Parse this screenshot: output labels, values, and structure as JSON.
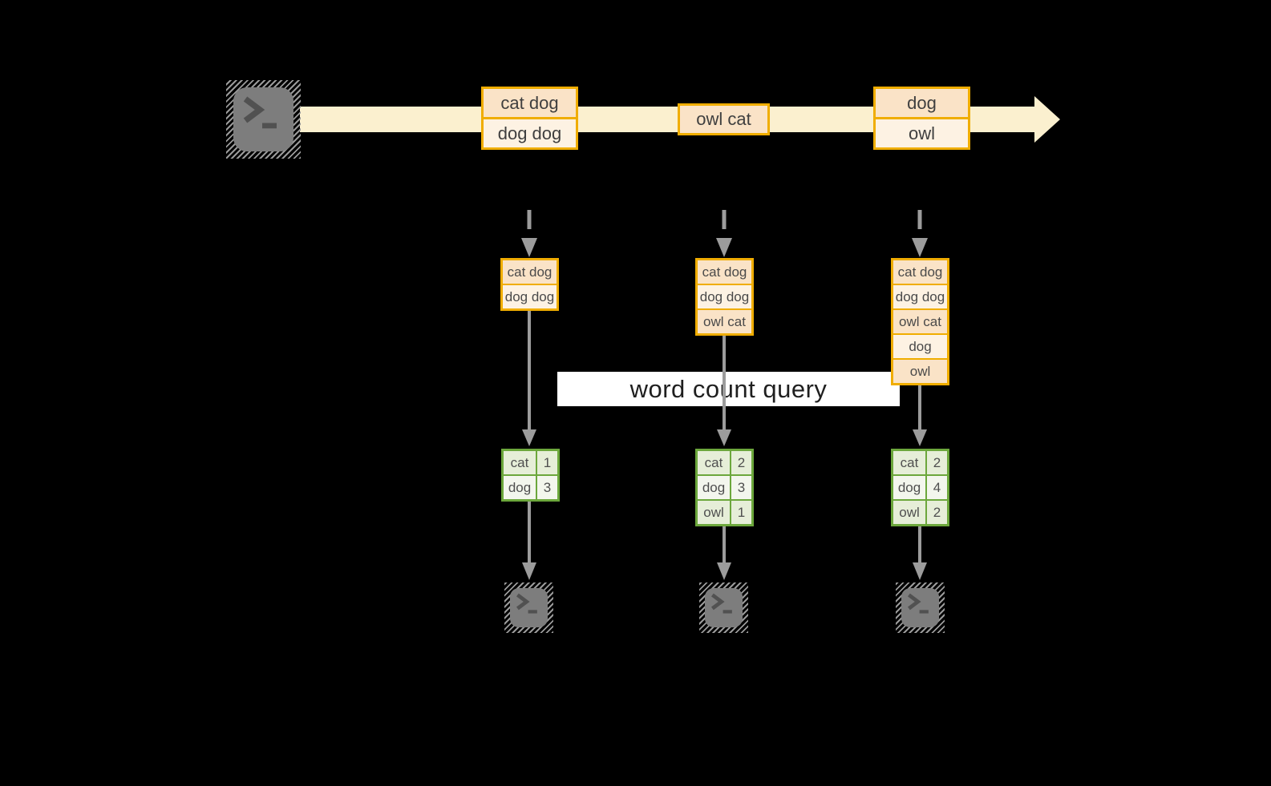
{
  "query_label": "word count query",
  "colors": {
    "background": "#000000",
    "stream_band": "#FBF0CF",
    "event_border": "#F0AD00",
    "event_fill_dark": "#FAE3C7",
    "event_fill_light": "#FDF2E3",
    "table_border": "#6CA73C",
    "table_fill_dark": "#E6EED8",
    "table_fill_light": "#F3F6ED",
    "arrow_gray": "#9C9C9C",
    "terminal_gray": "#7D7D7D",
    "query_band_bg": "#FFFFFF"
  },
  "stream": {
    "events": [
      {
        "lines": [
          "cat dog",
          "dog dog"
        ]
      },
      {
        "lines": [
          "owl cat"
        ]
      },
      {
        "lines": [
          "dog",
          "owl"
        ]
      }
    ]
  },
  "columns": [
    {
      "state_lines": [
        "cat dog",
        "dog dog"
      ],
      "counts": [
        {
          "word": "cat",
          "count": "1"
        },
        {
          "word": "dog",
          "count": "3"
        }
      ]
    },
    {
      "state_lines": [
        "cat dog",
        "dog dog",
        "owl cat"
      ],
      "counts": [
        {
          "word": "cat",
          "count": "2"
        },
        {
          "word": "dog",
          "count": "3"
        },
        {
          "word": "owl",
          "count": "1"
        }
      ]
    },
    {
      "state_lines": [
        "cat dog",
        "dog dog",
        "owl cat",
        "dog",
        "owl"
      ],
      "counts": [
        {
          "word": "cat",
          "count": "2"
        },
        {
          "word": "dog",
          "count": "4"
        },
        {
          "word": "owl",
          "count": "2"
        }
      ]
    }
  ]
}
